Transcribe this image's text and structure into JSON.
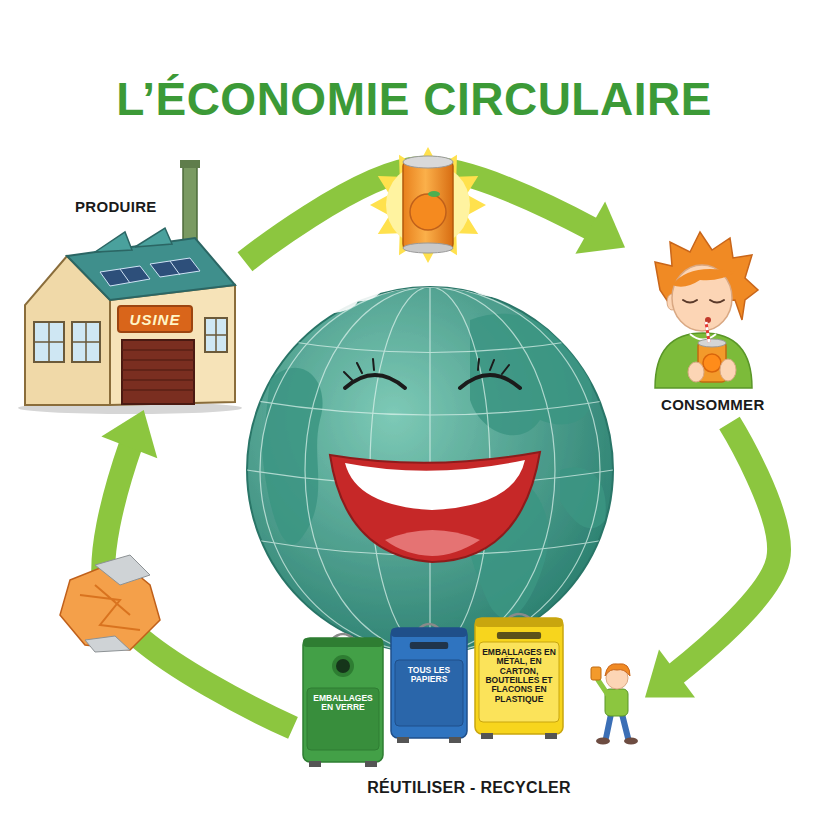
{
  "diagram": {
    "title": "L’ÉCONOMIE CIRCULAIRE",
    "nodes": [
      {
        "text": [
          "PRODUIRE"
        ]
      },
      {
        "text": [
          "CONSOMMER"
        ]
      },
      {
        "text": [
          "RÉUTILISER - RECYCLER"
        ]
      },
      {
        "text": [
          "EMBALLAGES EN VERRE"
        ],
        "in": 2
      },
      {
        "text": [
          "TOUS LES PAPIERS"
        ],
        "in": 2
      },
      {
        "text": [
          "EMBALLAGES EN MÉTAL, EN CARTON, BOUTEILLES ET FLACONS EN PLASTIQUE"
        ],
        "in": 2
      }
    ],
    "edges": [
      {
        "from": 0,
        "to": 1,
        "arrow": "to"
      },
      {
        "from": 1,
        "to": 2,
        "arrow": "to"
      },
      {
        "from": 2,
        "to": 0,
        "arrow": "to"
      }
    ],
    "labels": [
      "USINE"
    ]
  }
}
